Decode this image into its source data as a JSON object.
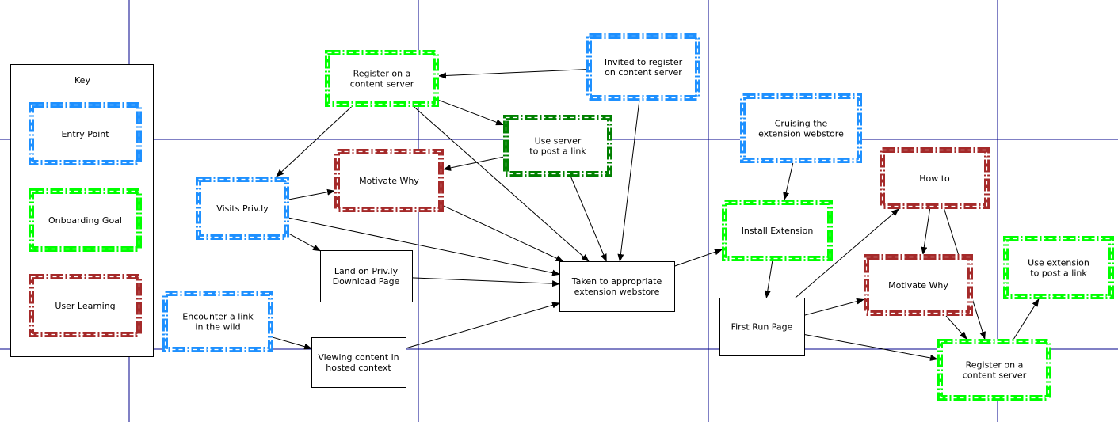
{
  "colors": {
    "entry": "#1e90ff",
    "onboarding": "#00ff00",
    "learning": "#a52a2a",
    "post_link": "#008000",
    "grid": "#00008b"
  },
  "key": {
    "title": "Key",
    "entry_label": "Entry Point",
    "onboarding_label": "Onboarding Goal",
    "learning_label": "User Learning"
  },
  "nodes": {
    "register_top": [
      "Register on a",
      "content server"
    ],
    "invited": [
      "Invited to register",
      "on content server"
    ],
    "use_server": [
      "Use server",
      "to post a link"
    ],
    "motivate_why_left": [
      "Motivate Why"
    ],
    "visits_privly": [
      "Visits Priv.ly"
    ],
    "land_on_download": [
      "Land on Priv.ly",
      "Download Page"
    ],
    "encounter_link": [
      "Encounter a link",
      "in the wild"
    ],
    "viewing_content": [
      "Viewing content in",
      "hosted context"
    ],
    "taken_to_webstore": [
      "Taken to appropriate",
      "extension webstore"
    ],
    "cruising_webstore": [
      "Cruising the",
      "extension webstore"
    ],
    "install_extension": [
      "Install Extension"
    ],
    "first_run": [
      "First Run Page"
    ],
    "how_to": [
      "How to"
    ],
    "motivate_why_right": [
      "Motivate Why"
    ],
    "use_extension": [
      "Use extension",
      "to post a link"
    ],
    "register_bottom": [
      "Register on a",
      "content server"
    ]
  }
}
